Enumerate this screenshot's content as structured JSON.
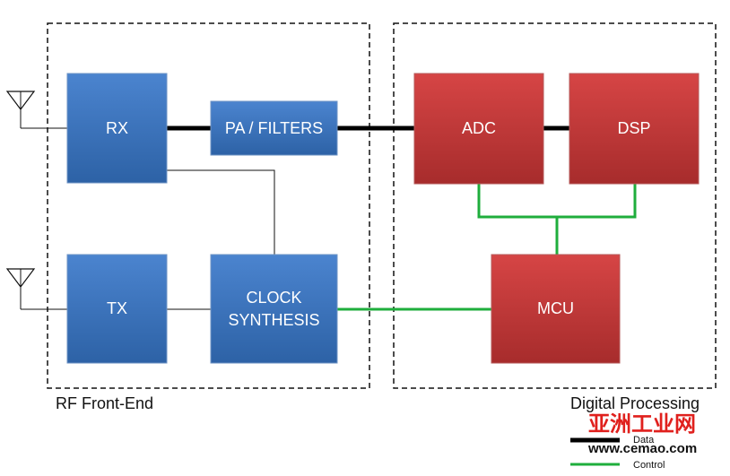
{
  "regions": {
    "rf_front_end": "RF Front-End",
    "digital_processing": "Digital Processing"
  },
  "blocks": {
    "rx": "RX",
    "tx": "TX",
    "pa_filters": "PA / FILTERS",
    "clock_line1": "CLOCK",
    "clock_line2": "SYNTHESIS",
    "adc": "ADC",
    "dsp": "DSP",
    "mcu": "MCU"
  },
  "legend": {
    "data": "Data",
    "control": "Control"
  },
  "watermark": {
    "brand": "亚洲工业网",
    "url": "www.cemao.com"
  },
  "colors": {
    "block_blue": "#3d76c1",
    "block_red": "#c93b3b",
    "data_line": "#000000",
    "control_line": "#1fae3c"
  }
}
